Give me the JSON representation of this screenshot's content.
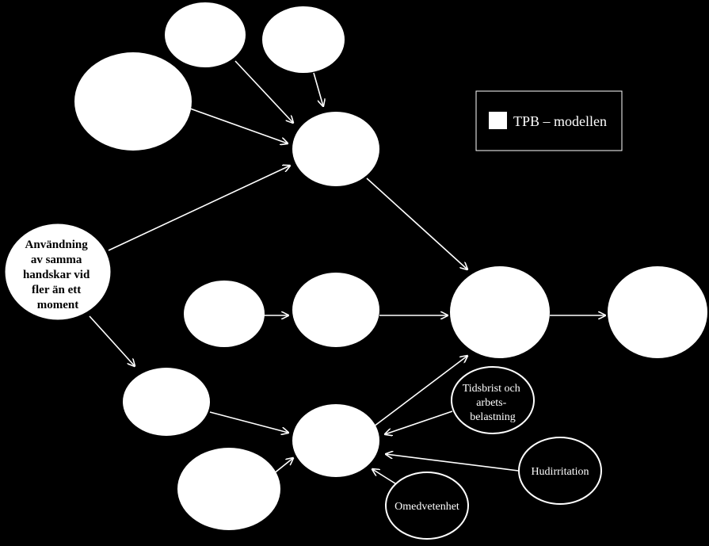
{
  "colors": {
    "background": "#000000",
    "node_fill": "#ffffff",
    "node_stroke": "#ffffff",
    "arrow": "#ffffff",
    "text_on_white": "#000000",
    "text_on_black": "#ffffff"
  },
  "legend": {
    "label": "TPB – modellen"
  },
  "nodes": {
    "n_top_left_small": {
      "label": ""
    },
    "n_top_right_small": {
      "label": ""
    },
    "n_left_big": {
      "label": ""
    },
    "n_center_top": {
      "label": ""
    },
    "n_usage": {
      "label_lines": [
        "Användning",
        "av samma",
        "handskar vid",
        "fler än ett",
        "moment"
      ]
    },
    "n_mid_left": {
      "label": ""
    },
    "n_mid_center": {
      "label": ""
    },
    "n_big_right": {
      "label": ""
    },
    "n_far_right": {
      "label": ""
    },
    "n_lower_left": {
      "label": ""
    },
    "n_lower_center": {
      "label": ""
    },
    "n_bottom_left": {
      "label": ""
    },
    "n_time_pressure": {
      "label_lines": [
        "Tidsbrist och",
        "arbets-",
        "belastning"
      ]
    },
    "n_skin_irritation": {
      "label_lines": [
        "Hudirritation"
      ]
    },
    "n_unawareness": {
      "label_lines": [
        "Omedvetenhet"
      ]
    }
  }
}
